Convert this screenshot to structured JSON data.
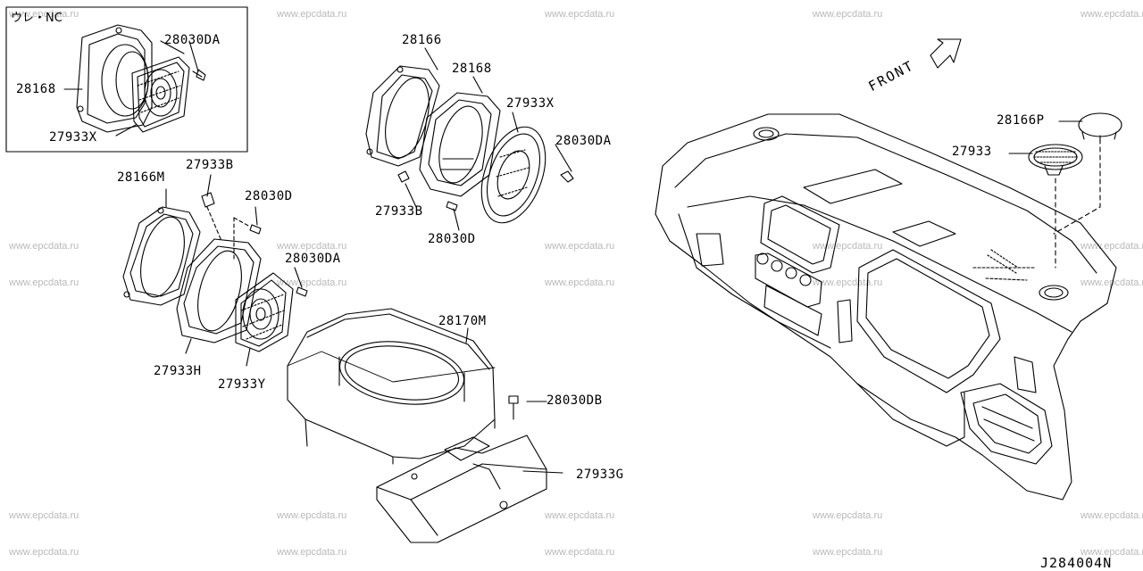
{
  "watermark": "www.epcdata.ru",
  "inset": {
    "title": "ウレ・NC"
  },
  "front_label": "FRONT",
  "diagram_code": "J284004N",
  "part_labels": {
    "inset_28030DA": "28030DA",
    "inset_28168": "28168",
    "inset_27933X": "27933X",
    "top_28166": "28166",
    "top_28168": "28168",
    "top_27933X": "27933X",
    "top_28030DA": "28030DA",
    "top_27933B": "27933B",
    "top_28030D": "28030D",
    "left_28166M": "28166M",
    "left_27933B": "27933B",
    "left_28030D": "28030D",
    "left_28030DA": "28030DA",
    "left_27933H": "27933H",
    "left_27933Y": "27933Y",
    "box_28170M": "28170M",
    "box_28030DB": "28030DB",
    "box_27933G": "27933G",
    "dash_28166P": "28166P",
    "dash_27933": "27933"
  }
}
